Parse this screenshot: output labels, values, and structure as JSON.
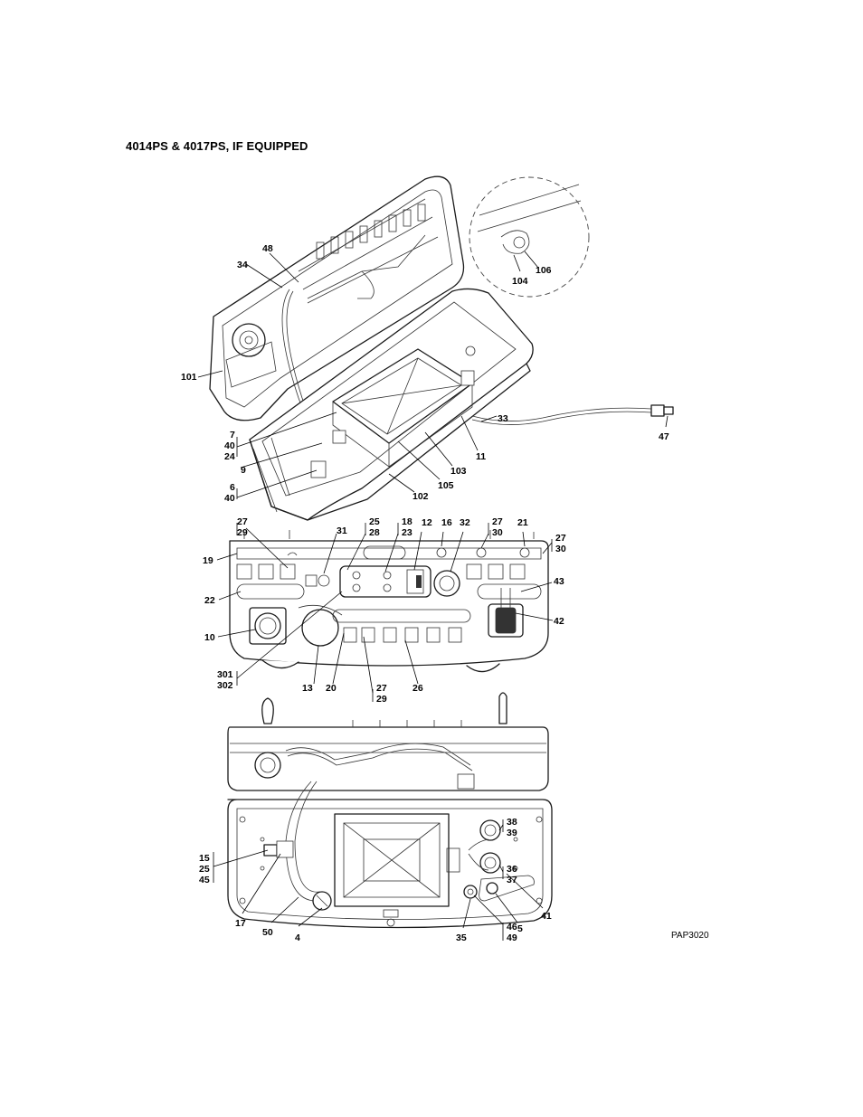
{
  "title": "4014PS & 4017PS, IF EQUIPPED",
  "figure_id": "PAP3020",
  "callouts": {
    "c34": "34",
    "c48": "48",
    "c101": "101",
    "c104": "104",
    "c106": "106",
    "c33": "33",
    "c47": "47",
    "c7": "7",
    "c40a": "40",
    "c24": "24",
    "c9": "9",
    "c11": "11",
    "c103": "103",
    "c6": "6",
    "c40b": "40",
    "c105": "105",
    "c102": "102",
    "c27a": "27",
    "c29a": "29",
    "c31": "31",
    "c25a": "25",
    "c28": "28",
    "c18": "18",
    "c23": "23",
    "c12": "12",
    "c16": "16",
    "c32": "32",
    "c27b": "27",
    "c30a": "30",
    "c21": "21",
    "c27c": "27",
    "c30b": "30",
    "c19": "19",
    "c43": "43",
    "c22": "22",
    "c42": "42",
    "c10": "10",
    "c301": "301",
    "c302": "302",
    "c13": "13",
    "c20": "20",
    "c27d": "27",
    "c29b": "29",
    "c26": "26",
    "c38": "38",
    "c39": "39",
    "c15": "15",
    "c25b": "25",
    "c45": "45",
    "c36": "36",
    "c37": "37",
    "c41": "41",
    "c17": "17",
    "c50": "50",
    "c4": "4",
    "c35": "35",
    "c46": "46",
    "c49": "49",
    "c5": "5"
  }
}
